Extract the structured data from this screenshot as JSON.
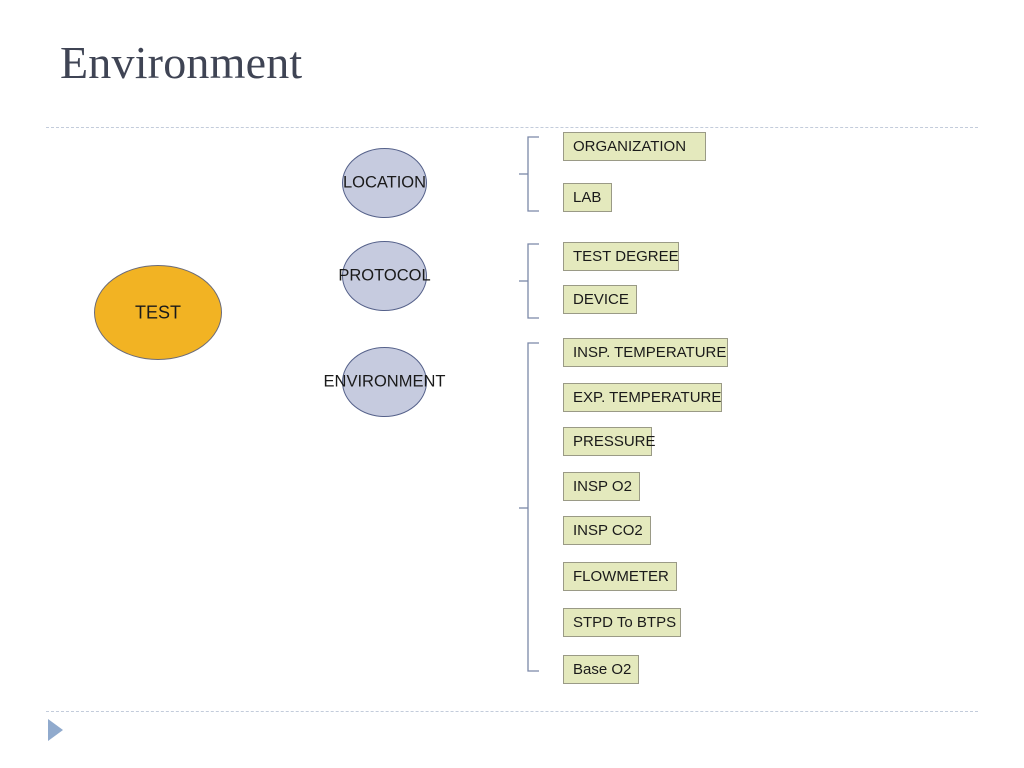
{
  "slide": {
    "title": "Environment",
    "colors": {
      "title_text": "#3f4454",
      "root_fill": "#f2b323",
      "root_border": "#6b6b78",
      "branch_fill": "#c6cbdf",
      "branch_border": "#55618a",
      "leaf_fill": "#e4e9bd",
      "leaf_border": "#9a9a86",
      "rule": "#c3ccdb",
      "bracket": "#7b88a8",
      "marker": "#90aacd"
    }
  },
  "diagram": {
    "root": {
      "label": "TEST"
    },
    "branches": [
      {
        "label": "LOCATION",
        "leaves": [
          {
            "label": "ORGANIZATION"
          },
          {
            "label": "LAB"
          }
        ]
      },
      {
        "label": "PROTOCOL",
        "leaves": [
          {
            "label": "TEST DEGREE"
          },
          {
            "label": "DEVICE"
          }
        ]
      },
      {
        "label": "ENVIRONMENT",
        "leaves": [
          {
            "label": "INSP. TEMPERATURE"
          },
          {
            "label": "EXP. TEMPERATURE"
          },
          {
            "label": "PRESSURE"
          },
          {
            "label": "INSP O2"
          },
          {
            "label": "INSP CO2"
          },
          {
            "label": "FLOWMETER"
          },
          {
            "label": "STPD To BTPS"
          },
          {
            "label": "Base O2"
          }
        ]
      }
    ]
  },
  "footer": {
    "marker_icon": "play-triangle-icon"
  }
}
